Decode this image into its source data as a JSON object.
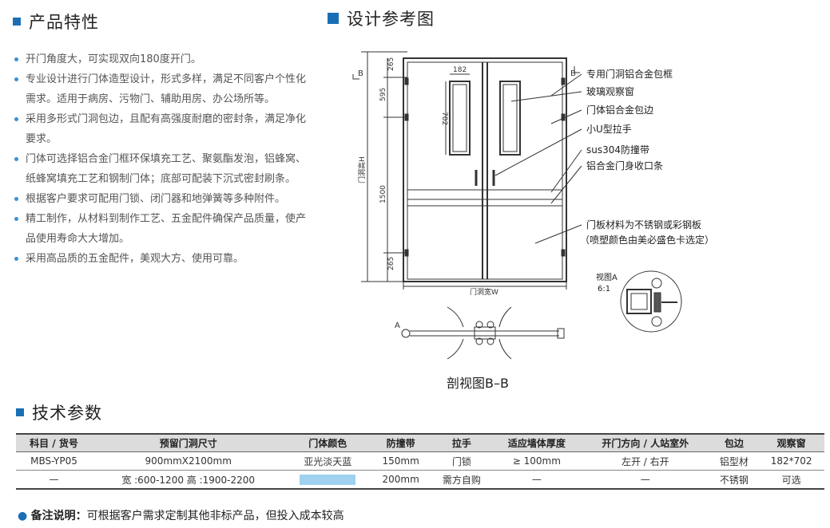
{
  "features": {
    "title": "产品特性",
    "items": [
      "开门角度大，可实现双向180度开门。",
      "专业设计进行门体造型设计，形式多样，满足不同客户个性化需求。适用于病房、污物门、辅助用房、办公场所等。",
      "采用多形式门洞包边，且配有高强度耐磨的密封条，满足净化要求。",
      "门体可选择铝合金门框环保填充工艺、聚氨酯发泡，铝蜂窝、纸蜂窝填充工艺和钢制门体；底部可配装下沉式密封刷条。",
      "根据客户要求可配用门锁、闭门器和地弹簧等多种附件。",
      "精工制作，从材料到制作工艺、五金配件确保产品质量，使产品使用寿命大大增加。",
      "采用高品质的五金配件，美观大方、使用可靠。"
    ]
  },
  "design": {
    "title": "设计参考图",
    "dims": {
      "top": "265",
      "window_offset": "595",
      "height_label": "门洞高H",
      "mid": "1500",
      "bottom": "265",
      "width_label": "门洞宽W",
      "window_w": "182",
      "window_h": "702"
    },
    "section_marker": "B",
    "callouts": [
      "专用门洞铝合金包框",
      "玻璃观察窗",
      "门体铝合金包边",
      "小U型拉手",
      "sus304防撞带",
      "铝合金门身收口条",
      "门板材料为不锈钢或彩钢板",
      "（喷塑颜色由美必盛色卡选定）"
    ],
    "view_a_label": "视图A",
    "view_a_scale": "6:1",
    "plan_marker": "A",
    "section_caption": "剖视图B–B"
  },
  "specs": {
    "title": "技术参数",
    "headers": [
      "科目 / 货号",
      "预留门洞尺寸",
      "门体颜色",
      "防撞带",
      "拉手",
      "适应墙体厚度",
      "开门方向 / 人站室外",
      "包边",
      "观察窗"
    ],
    "row1": [
      "MBS-YP05",
      "900mmX2100mm",
      "亚光淡天蓝",
      "150mm",
      "门锁",
      "≥ 100mm",
      "左开 / 右开",
      "铝型材",
      "182*702"
    ],
    "row2": [
      "—",
      "宽 :600-1200   高 :1900-2200",
      "",
      "200mm",
      "需方自购",
      "—",
      "—",
      "不锈钢",
      "可选"
    ],
    "swatch_color": "#9fd2ef"
  },
  "note": {
    "label": "备注说明：",
    "text": "可根据客户需求定制其他非标产品，但投入成本较高"
  }
}
